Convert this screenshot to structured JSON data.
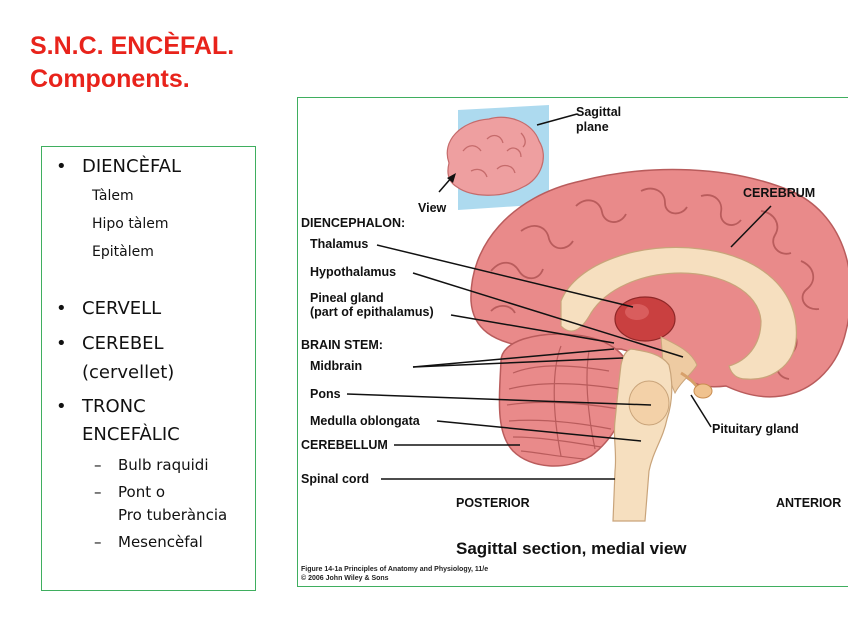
{
  "slide": {
    "title_line1": "S.N.C.  ENCÈFAL.",
    "title_line2": "Components."
  },
  "list": {
    "bullet": "•",
    "dash": "–",
    "item1": "DIENCÈFAL",
    "item1_sub": [
      "Tàlem",
      "Hipo tàlem",
      "Epitàlem"
    ],
    "item2": "CERVELL",
    "item3_line1": "CEREBEL",
    "item3_line2": "(cervellet)",
    "item4_line1": "TRONC",
    "item4_line2": "ENCEFÀLIC",
    "item4_sub": [
      "Bulb raquidi",
      "Pont o",
      "Pro tuberància",
      "Mesencèfal"
    ]
  },
  "figure": {
    "sagittal_plane_line1": "Sagittal",
    "sagittal_plane_line2": "plane",
    "view": "View",
    "cerebrum": "CEREBRUM",
    "diencephalon": "DIENCEPHALON:",
    "thalamus": "Thalamus",
    "hypothalamus": "Hypothalamus",
    "pineal_line1": "Pineal gland",
    "pineal_line2": "(part of epithalamus)",
    "brain_stem": "BRAIN STEM:",
    "midbrain": "Midbrain",
    "pons": "Pons",
    "medulla": "Medulla oblongata",
    "cerebellum": "CEREBELLUM",
    "spinal_cord": "Spinal cord",
    "pituitary": "Pituitary gland",
    "posterior": "POSTERIOR",
    "anterior": "ANTERIOR",
    "caption": "Sagittal section, medial view",
    "credit_line1": "Figure 14-1a  Principles of Anatomy and Physiology, 11/e",
    "credit_line2": "© 2006 John Wiley & Sons"
  },
  "colors": {
    "title": "#e8231b",
    "frame": "#3fae5f",
    "cortex": "#e98a8a",
    "white_matter": "#f6dfbf",
    "thalamus": "#c94040",
    "plane": "#9fd3ec"
  }
}
